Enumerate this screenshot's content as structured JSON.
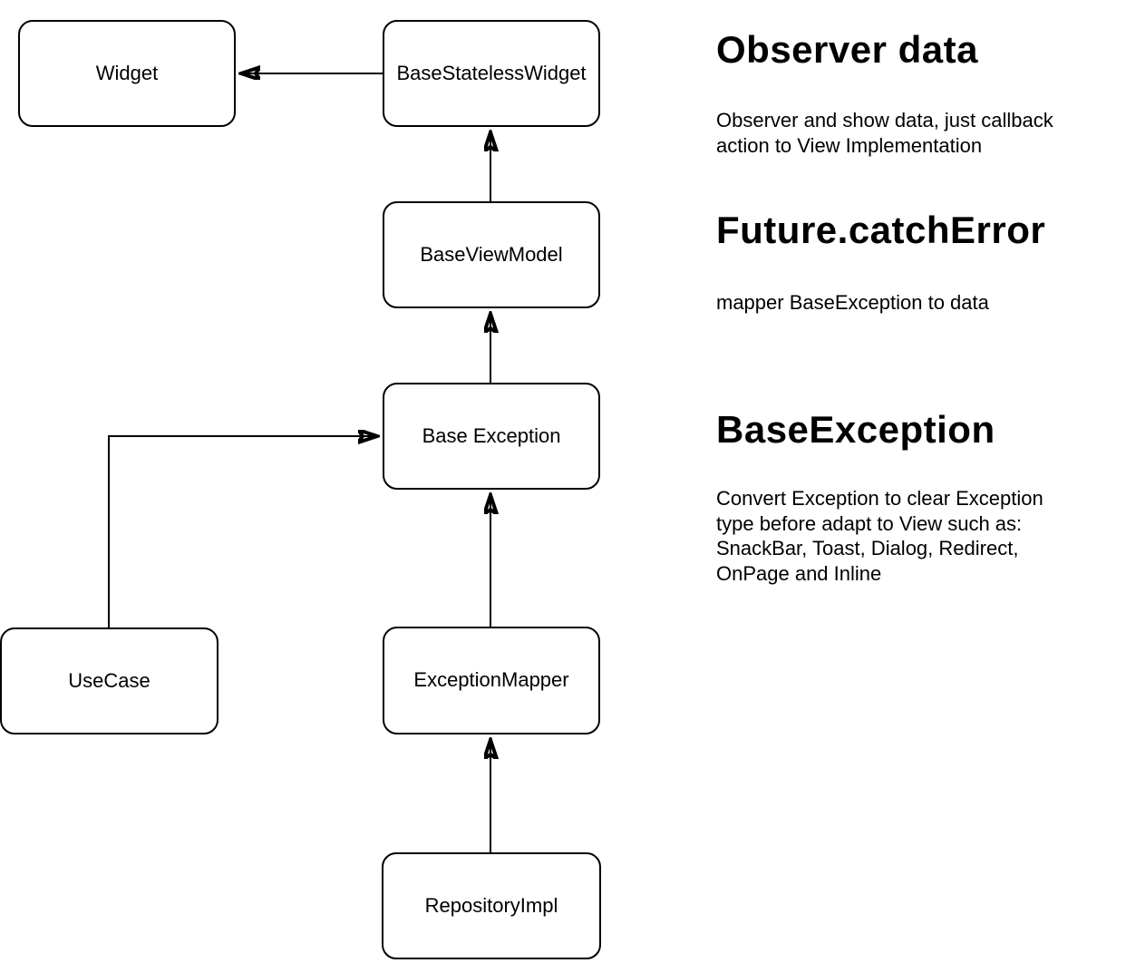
{
  "diagram": {
    "background": "#ffffff",
    "stroke_color": "#000000",
    "text_color": "#000000",
    "nodes": [
      {
        "id": "widget",
        "label": "Widget"
      },
      {
        "id": "base-stateless-widget",
        "label": "BaseStatelessWidget"
      },
      {
        "id": "base-view-model",
        "label": "BaseViewModel"
      },
      {
        "id": "base-exception",
        "label": "Base Exception"
      },
      {
        "id": "use-case",
        "label": "UseCase"
      },
      {
        "id": "exception-mapper",
        "label": "ExceptionMapper"
      },
      {
        "id": "repository-impl",
        "label": "RepositoryImpl"
      }
    ],
    "edges": [
      {
        "from": "BaseStatelessWidget",
        "to": "Widget"
      },
      {
        "from": "BaseViewModel",
        "to": "BaseStatelessWidget"
      },
      {
        "from": "Base Exception",
        "to": "BaseViewModel"
      },
      {
        "from": "UseCase",
        "to": "Base Exception"
      },
      {
        "from": "ExceptionMapper",
        "to": "Base Exception"
      },
      {
        "from": "RepositoryImpl",
        "to": "ExceptionMapper"
      }
    ]
  },
  "notes": [
    {
      "title": "Observer data",
      "body": "Observer and show data, just callback\naction to View Implementation"
    },
    {
      "title": "Future.catchError",
      "body": "mapper BaseException to data"
    },
    {
      "title": "BaseException",
      "body": "Convert Exception to clear Exception\ntype before adapt to View such as:\nSnackBar, Toast, Dialog, Redirect,\nOnPage and Inline"
    }
  ]
}
